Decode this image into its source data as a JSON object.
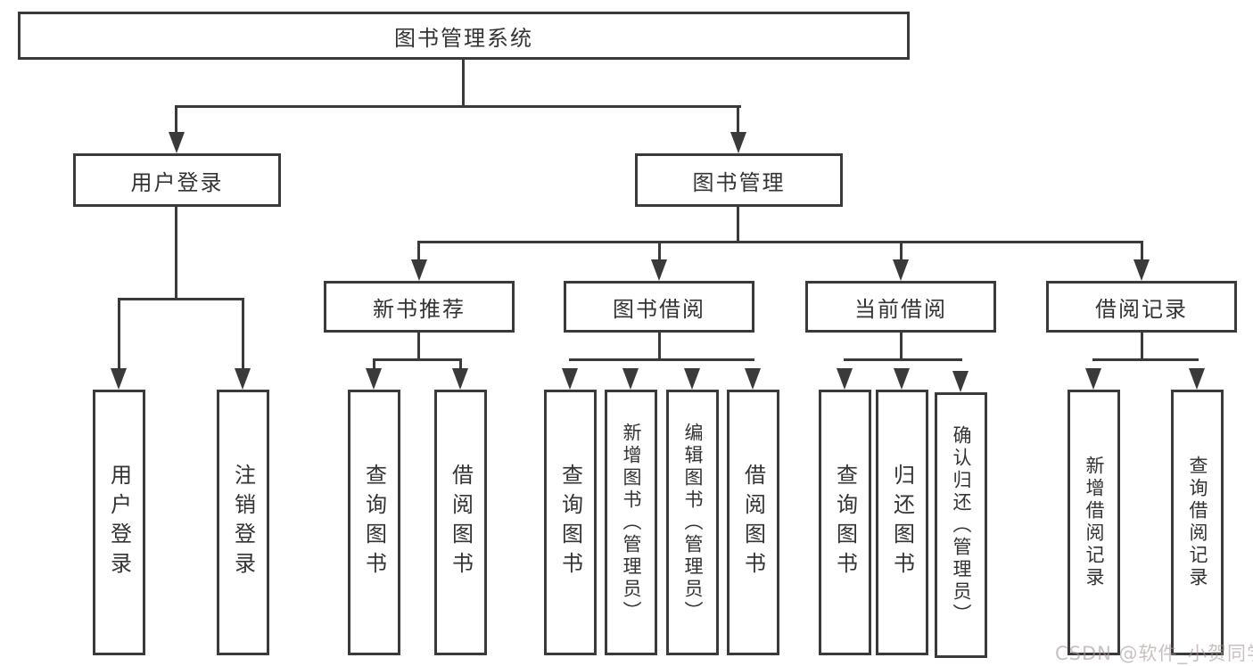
{
  "diagram": {
    "title": "图书管理系统",
    "watermark": "CSDN @软件_小贺同学",
    "colors": {
      "line": "#3a3a3a",
      "text": "#333333",
      "box_background": "#ffffff",
      "watermark_text": "#b9a8a8"
    },
    "tree": {
      "label": "图书管理系统",
      "children": [
        {
          "label": "用户登录",
          "children": [
            {
              "label": "用户登录"
            },
            {
              "label": "注销登录"
            }
          ]
        },
        {
          "label": "图书管理",
          "children": [
            {
              "label": "新书推荐",
              "children": [
                {
                  "label": "查询图书"
                },
                {
                  "label": "借阅图书"
                }
              ]
            },
            {
              "label": "图书借阅",
              "children": [
                {
                  "label": "查询图书"
                },
                {
                  "label": "新增图书（管理员）"
                },
                {
                  "label": "编辑图书（管理员）"
                },
                {
                  "label": "借阅图书"
                }
              ]
            },
            {
              "label": "当前借阅",
              "children": [
                {
                  "label": "查询图书"
                },
                {
                  "label": "归还图书"
                },
                {
                  "label": "确认归还（管理员）"
                }
              ]
            },
            {
              "label": "借阅记录",
              "children": [
                {
                  "label": "新增借阅记录"
                },
                {
                  "label": "查询借阅记录"
                }
              ]
            }
          ]
        }
      ]
    }
  }
}
